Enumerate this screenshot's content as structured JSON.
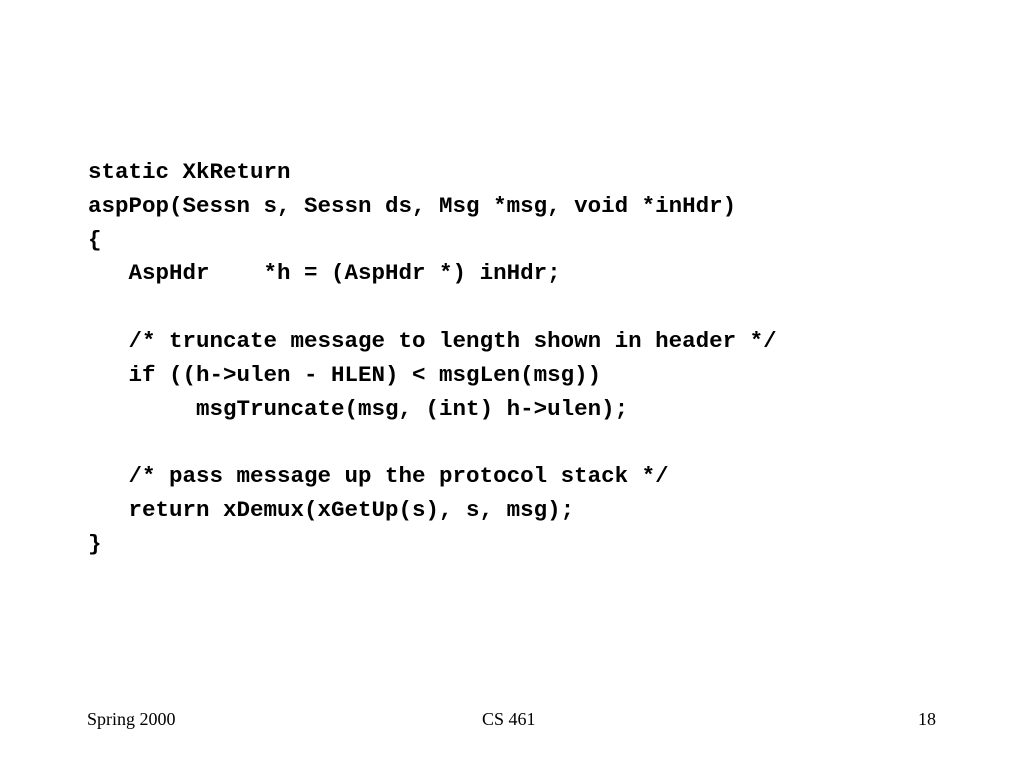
{
  "code": {
    "lines": [
      "static XkReturn",
      "aspPop(Sessn s, Sessn ds, Msg *msg, void *inHdr)",
      "{",
      "   AspHdr    *h = (AspHdr *) inHdr;",
      "",
      "   /* truncate message to length shown in header */",
      "   if ((h->ulen - HLEN) < msgLen(msg))",
      "        msgTruncate(msg, (int) h->ulen);",
      "",
      "   /* pass message up the protocol stack */",
      "   return xDemux(xGetUp(s), s, msg);",
      "}"
    ]
  },
  "footer": {
    "left": "Spring 2000",
    "center": "CS 461",
    "right": "18"
  }
}
